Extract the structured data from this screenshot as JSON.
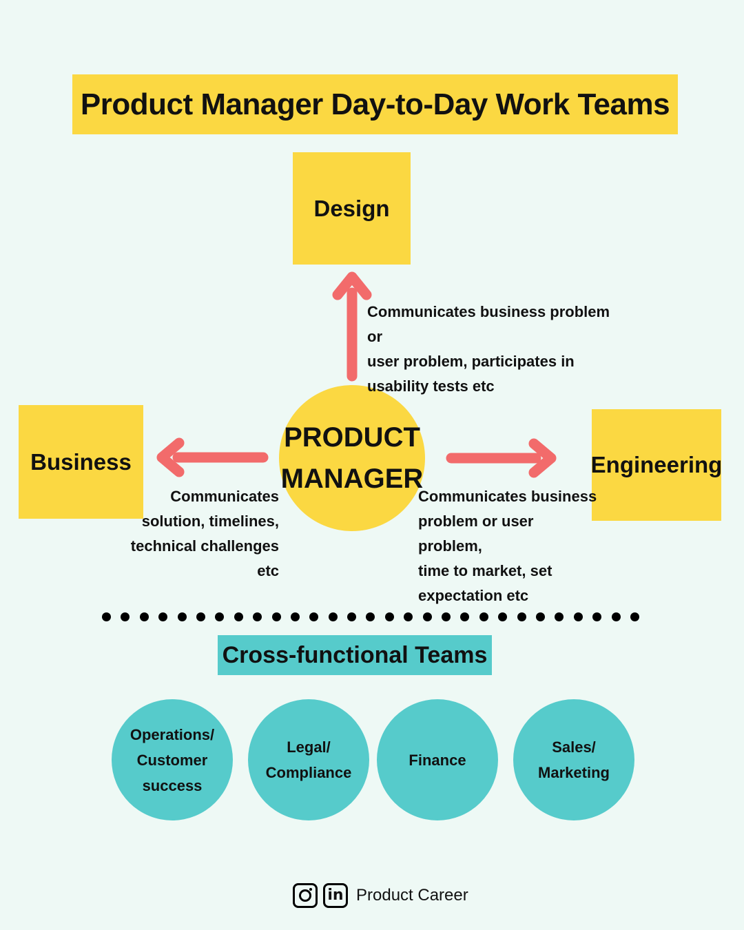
{
  "title": "Product Manager Day-to-Day Work Teams",
  "center": {
    "line1": "PRODUCT",
    "line2": "MANAGER"
  },
  "teams": {
    "design": "Design",
    "business": "Business",
    "engineering": "Engineering"
  },
  "descriptions": {
    "design": [
      "Communicates business problem or",
      "user problem, participates in",
      "usability tests etc"
    ],
    "business": [
      "Communicates",
      "solution, timelines,",
      "technical challenges",
      "etc"
    ],
    "engineering": [
      "Communicates business",
      "problem or user problem,",
      "time to market, set",
      "expectation etc"
    ]
  },
  "cross_functional": {
    "heading": "Cross-functional Teams",
    "items": [
      [
        "Operations/",
        "Customer",
        "success"
      ],
      [
        "Legal/",
        "Compliance"
      ],
      [
        "Finance"
      ],
      [
        "Sales/",
        "Marketing"
      ]
    ]
  },
  "footer": {
    "brand": "Product Career",
    "icons": [
      "instagram-icon",
      "linkedin-icon"
    ],
    "linkedin_glyph": "in"
  },
  "colors": {
    "background": "#eef9f5",
    "yellow": "#fbd842",
    "teal": "#56cbcb",
    "arrow": "#f26b6b"
  }
}
